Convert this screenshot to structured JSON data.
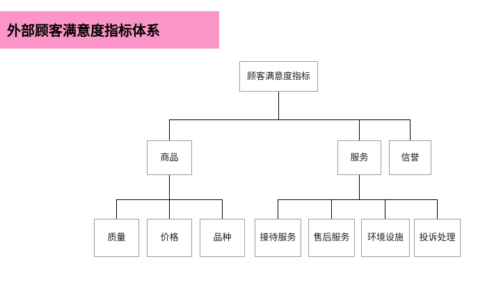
{
  "slide": {
    "background_color": "#ffffff",
    "title": {
      "text": "外部顾客满意度指标体系",
      "banner_color": "#FB95C8",
      "text_color": "#000000"
    }
  },
  "chart_data": {
    "type": "diagram",
    "subtype": "tree-org-chart",
    "title": "外部顾客满意度指标体系",
    "orientation": "top-down",
    "node_border_color": "#9a9a9a",
    "connector_color": "#000000",
    "nodes": {
      "root": {
        "id": "root",
        "label": "顾客满意度指标",
        "level": 1
      },
      "level2": [
        {
          "id": "goods",
          "label": "商品",
          "level": 2
        },
        {
          "id": "service",
          "label": "服务",
          "level": 2
        },
        {
          "id": "reputation",
          "label": "信誉",
          "level": 2
        }
      ],
      "level3": [
        {
          "id": "quality",
          "label": "质量",
          "level": 3,
          "parent": "goods"
        },
        {
          "id": "price",
          "label": "价格",
          "level": 3,
          "parent": "goods"
        },
        {
          "id": "variety",
          "label": "品种",
          "level": 3,
          "parent": "goods"
        },
        {
          "id": "reception",
          "label": "接待服务",
          "level": 3,
          "parent": "service"
        },
        {
          "id": "aftersales",
          "label": "售后服务",
          "level": 3,
          "parent": "service"
        },
        {
          "id": "environment",
          "label": "环境设施",
          "level": 3,
          "parent": "service"
        },
        {
          "id": "complaint",
          "label": "投诉处理",
          "level": 3,
          "parent": "service"
        }
      ]
    },
    "edges": [
      {
        "from": "root",
        "to": "goods"
      },
      {
        "from": "root",
        "to": "service"
      },
      {
        "from": "root",
        "to": "reputation"
      },
      {
        "from": "goods",
        "to": "quality"
      },
      {
        "from": "goods",
        "to": "price"
      },
      {
        "from": "goods",
        "to": "variety"
      },
      {
        "from": "service",
        "to": "reception"
      },
      {
        "from": "service",
        "to": "aftersales"
      },
      {
        "from": "service",
        "to": "environment"
      },
      {
        "from": "service",
        "to": "complaint"
      }
    ]
  }
}
